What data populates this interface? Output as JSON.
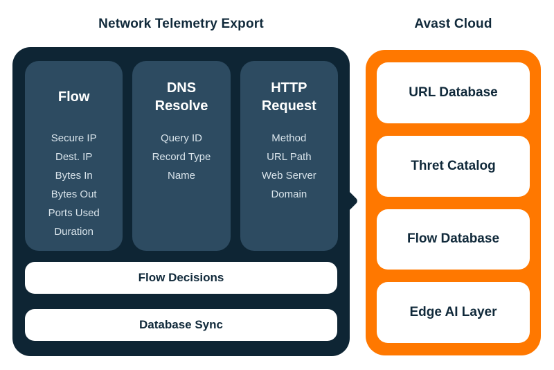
{
  "colors": {
    "background": "#FFFFFF",
    "panel_navy": "#0E2534",
    "column_navy": "#2D4B61",
    "accent_orange": "#FF7800",
    "card_white": "#FFFFFF",
    "title_navy": "#10293A",
    "item_text": "#D9E4EB"
  },
  "telemetry_panel": {
    "title": "Network Telemetry Export",
    "columns": [
      {
        "header": "Flow",
        "items": [
          "Secure IP",
          "Dest. IP",
          "Bytes In",
          "Bytes Out",
          "Ports Used",
          "Duration"
        ]
      },
      {
        "header": "DNS Resolve",
        "items": [
          "Query ID",
          "Record Type",
          "Name"
        ]
      },
      {
        "header": "HTTP Request",
        "items": [
          "Method",
          "URL Path",
          "Web Server Domain"
        ]
      }
    ],
    "bars": [
      {
        "label": "Flow Decisions"
      },
      {
        "label": "Database Sync"
      }
    ]
  },
  "cloud_panel": {
    "title": "Avast Cloud",
    "cards": [
      {
        "label": "URL Database"
      },
      {
        "label": "Thret Catalog"
      },
      {
        "label": "Flow Database"
      },
      {
        "label": "Edge AI Layer"
      }
    ]
  }
}
